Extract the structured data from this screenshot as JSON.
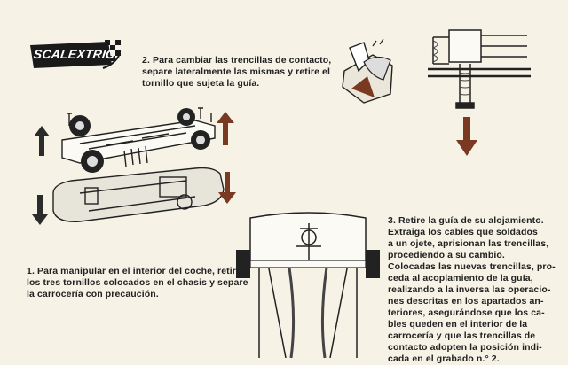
{
  "brand": {
    "logo_text": "SCALEXTRIC"
  },
  "colors": {
    "arrow_brown": "#7a3a22",
    "arrow_dark": "#2b2b2b",
    "paper": "#f6f2e6",
    "ink": "#1d1d1d"
  },
  "steps": [
    {
      "id": "step1",
      "lines": [
        "1. Para manipular en el interior del coche, retire",
        "los tres tornillos colocados en el chasis y separe",
        "la carrocería con precaución."
      ]
    },
    {
      "id": "step2",
      "lines": [
        "2. Para cambiar las trencillas de contacto,",
        "separe lateralmente las mismas y retire el",
        "tornillo que sujeta la guía."
      ]
    },
    {
      "id": "step3",
      "lines": [
        "3. Retire la guía de su alojamiento.",
        "Extraiga los cables que soldados",
        "a un ojete, aprisionan las trencillas,",
        "procediendo a su cambio.",
        "Colocadas las nuevas trencillas, pro-",
        "ceda al acoplamiento de la guía,",
        "realizando a la inversa las operacio-",
        "nes descritas en los apartados an-",
        "teriores, asegurándose que los ca-",
        "bles queden en el interior de la",
        "carrocería y que las trencillas de",
        "contacto adopten la posición indi-",
        "cada en el grabado n.° 2."
      ]
    }
  ]
}
